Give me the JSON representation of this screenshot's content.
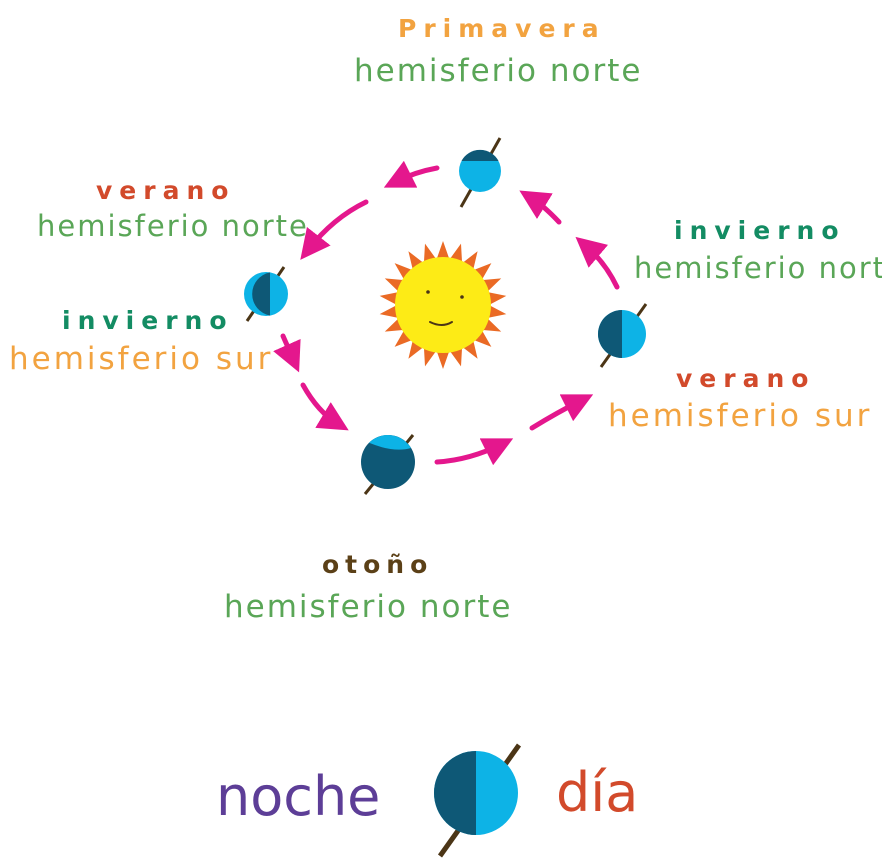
{
  "colors": {
    "night": "#0e5876",
    "day": "#0db3e6",
    "axis": "#4b3516",
    "arrow": "#e4178d",
    "sun_core": "#fdeb16",
    "sun_rays": "#ea6a25",
    "green": "#5aa657",
    "teal": "#138c63",
    "orange": "#f2a340",
    "red": "#d24a2b",
    "brown": "#5b4017",
    "purple": "#5d3e97"
  },
  "labels": {
    "top": {
      "season": "Primavera",
      "hemisphere": "hemisferio norte"
    },
    "left_upper": {
      "season": "verano",
      "hemisphere": "hemisferio norte"
    },
    "left_lower": {
      "season": "invierno",
      "hemisphere": "hemisferio sur"
    },
    "right_upper": {
      "season": "invierno",
      "hemisphere": "hemisferio norte"
    },
    "right_lower": {
      "season": "verano",
      "hemisphere": "hemisferio sur"
    },
    "bottom": {
      "season": "otoño",
      "hemisphere": "hemisferio norte"
    }
  },
  "legend": {
    "night": "noche",
    "day": "día"
  },
  "icons": [
    "sun-icon",
    "earth-icon",
    "arrow-icon"
  ]
}
